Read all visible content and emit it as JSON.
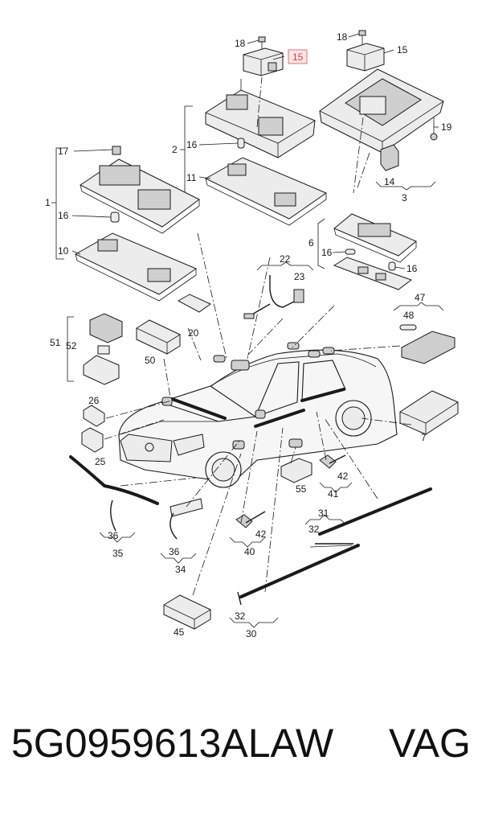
{
  "callouts": {
    "c1": "1",
    "c2": "2",
    "c3": "3",
    "c6": "6",
    "c7": "7",
    "c10": "10",
    "c11": "11",
    "c14": "14",
    "c15a": "15",
    "c15b": "15",
    "c16a": "16",
    "c16b": "16",
    "c16c": "16",
    "c16d": "16",
    "c17": "17",
    "c18a": "18",
    "c18b": "18",
    "c19": "19",
    "c20": "20",
    "c22": "22",
    "c23": "23",
    "c25": "25",
    "c26": "26",
    "c30": "30",
    "c31": "31",
    "c32a": "32",
    "c32b": "32",
    "c34": "34",
    "c35": "35",
    "c36a": "36",
    "c36b": "36",
    "c40": "40",
    "c41": "41",
    "c42a": "42",
    "c42b": "42",
    "c45": "45",
    "c47": "47",
    "c48": "48",
    "c50": "50",
    "c51": "51",
    "c52": "52",
    "c55": "55"
  },
  "highlight": {
    "callout": "15",
    "fill": "#fde6e6",
    "stroke": "#e07070",
    "text_color": "#d23c3c"
  },
  "footer": {
    "part_number": "5G0959613ALAW",
    "brand": "VAG"
  }
}
